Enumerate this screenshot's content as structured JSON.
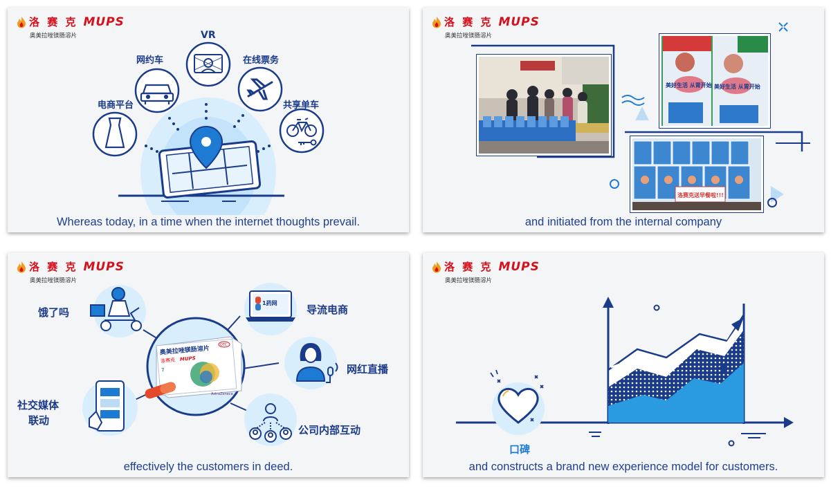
{
  "brand": {
    "name_cn": "洛 赛 克",
    "name_en": "MUPS",
    "subtitle": "奥美拉唑镁肠溶片",
    "color": "#d6101a"
  },
  "panels": [
    {
      "id": "internet-era",
      "caption": "Whereas today, in a time when the internet thoughts prevail.",
      "labels": [
        "电商平台",
        "网约车",
        "VR",
        "在线票务",
        "共享单车"
      ]
    },
    {
      "id": "internal-company",
      "caption": "and initiated from the internal company",
      "photo_texts": {
        "poster_left": "美好生活 从胃开始",
        "poster_right": "美好生活 从胃开始",
        "sign": "洛赛克送早餐啦!!!"
      }
    },
    {
      "id": "customers-deed",
      "caption": "effectively the customers in deed.",
      "labels": {
        "eleme": "饿了吗",
        "social_line1": "社交媒体",
        "social_line2": "联动",
        "ecommerce": "导流电商",
        "livestream": "网红直播",
        "internal": "公司内部互动"
      },
      "box": {
        "name": "奥美拉唑镁肠溶片",
        "brand_cn": "洛赛克",
        "brand_en": "MUPS",
        "badge": "OTC",
        "count": "7",
        "maker": "AstraZeneca"
      },
      "screen_logo": "1药网"
    },
    {
      "id": "experience-model",
      "caption": "and constructs a brand new experience model for customers.",
      "label": "口碑"
    }
  ],
  "colors": {
    "navy": "#1a3a8a",
    "blue": "#1e7bd4",
    "light_blue": "#c8e6fa",
    "caption": "#1f3e8c"
  },
  "icons": [
    "flame-icon",
    "dress-icon",
    "car-icon",
    "vr-headset-icon",
    "airplane-icon",
    "bicycle-icon",
    "key-icon",
    "map-pin-icon",
    "scooter-rider-icon",
    "phone-chat-icon",
    "laptop-icon",
    "streamer-icon",
    "microphone-icon",
    "team-icon",
    "heart-icon",
    "chart-arrow-icon"
  ]
}
